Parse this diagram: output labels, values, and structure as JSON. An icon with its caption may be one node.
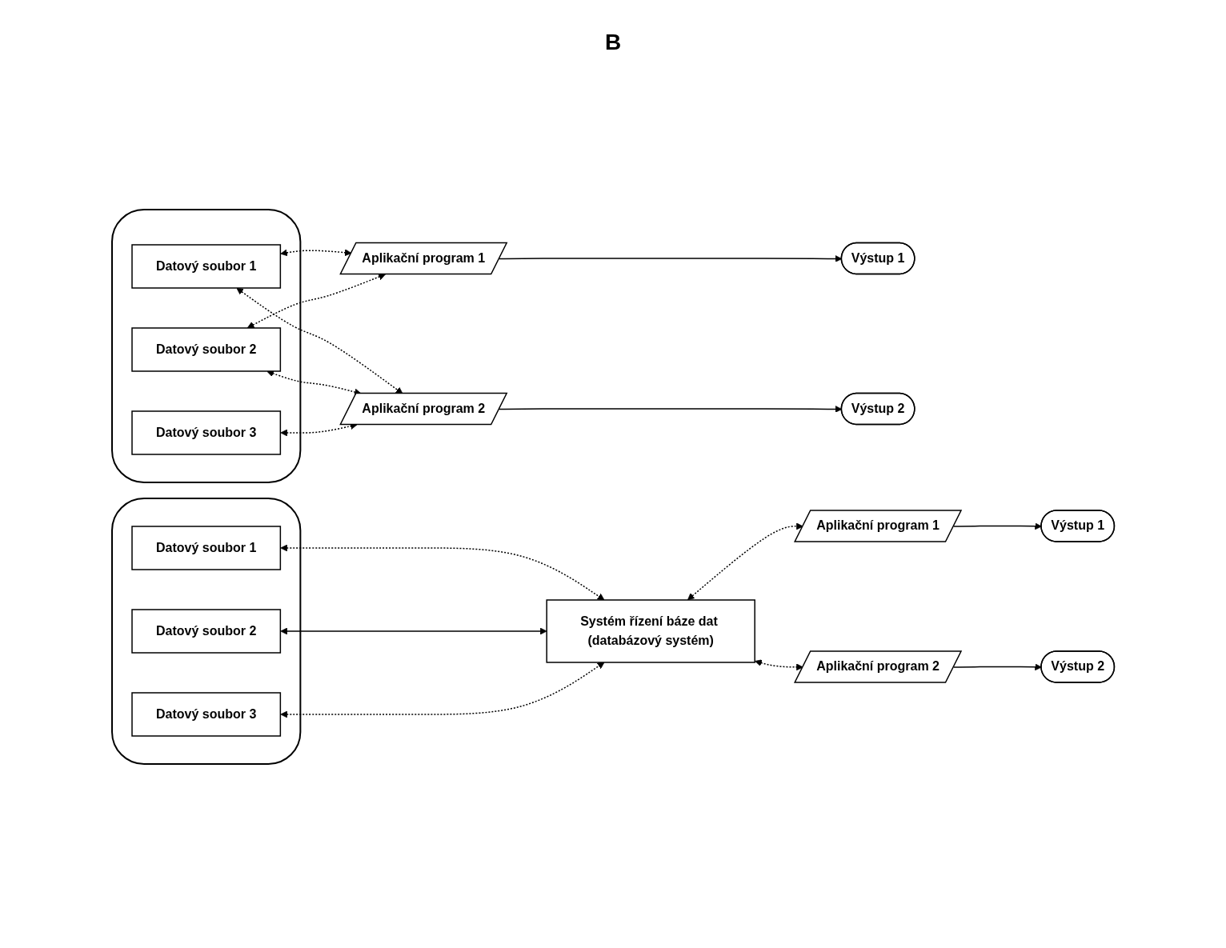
{
  "diagram": {
    "nodes": [
      {
        "text": [],
        "shape": "cylinder"
      },
      {
        "text": [
          "Datový soubor 1"
        ],
        "in": 0
      },
      {
        "text": [
          "Datový soubor 2"
        ],
        "in": 0
      },
      {
        "text": [
          "Datový soubor 3"
        ],
        "in": 0
      },
      {
        "text": [
          "Aplikační program 1"
        ]
      },
      {
        "text": [
          "Aplikační program 2"
        ]
      },
      {
        "text": [
          "Výstup 1"
        ]
      },
      {
        "text": [
          "Výstup 2"
        ]
      },
      {
        "text": [],
        "shape": "cylinder"
      },
      {
        "text": [
          "Datový soubor 1"
        ],
        "in": 8
      },
      {
        "text": [
          "Datový soubor 2"
        ],
        "in": 8
      },
      {
        "text": [
          "Datový soubor 3"
        ],
        "in": 8
      },
      {
        "text": [
          "Systém řízení báze dat (databázový systém)"
        ]
      },
      {
        "text": [
          "Aplikační program 1"
        ]
      },
      {
        "text": [
          "Aplikační program 2"
        ]
      },
      {
        "text": [
          "Výstup 1"
        ]
      },
      {
        "text": [
          "Výstup 2"
        ]
      }
    ],
    "edges": [
      {
        "from": 1,
        "to": 4,
        "arrow": "both",
        "style": "dashed"
      },
      {
        "from": 2,
        "to": 4,
        "arrow": "both",
        "style": "dashed"
      },
      {
        "from": 1,
        "to": 5,
        "arrow": "both",
        "style": "dashed"
      },
      {
        "from": 2,
        "to": 5,
        "arrow": "both",
        "style": "dashed"
      },
      {
        "from": 3,
        "to": 5,
        "arrow": "both",
        "style": "dashed"
      },
      {
        "from": 4,
        "to": 6,
        "arrow": "to"
      },
      {
        "from": 5,
        "to": 7,
        "arrow": "to"
      },
      {
        "from": 9,
        "to": 12,
        "arrow": "both",
        "style": "dashed"
      },
      {
        "from": 10,
        "to": 12,
        "arrow": "both"
      },
      {
        "from": 11,
        "to": 12,
        "arrow": "both",
        "style": "dashed"
      },
      {
        "from": 12,
        "to": 13,
        "arrow": "both",
        "style": "dashed"
      },
      {
        "from": 12,
        "to": 14,
        "arrow": "both",
        "style": "dashed"
      },
      {
        "from": 13,
        "to": 15,
        "arrow": "to"
      },
      {
        "from": 14,
        "to": 16,
        "arrow": "to"
      }
    ],
    "labels": [
      "B"
    ]
  }
}
